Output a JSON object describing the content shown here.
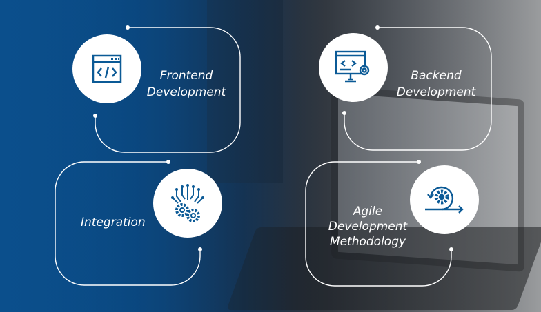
{
  "cards": [
    {
      "id": "frontend",
      "lines": [
        "Frontend",
        "Development"
      ],
      "icon": "code-window-icon"
    },
    {
      "id": "backend",
      "lines": [
        "Backend",
        "Development"
      ],
      "icon": "monitor-code-gear-icon"
    },
    {
      "id": "integration",
      "lines": [
        "Integration"
      ],
      "icon": "circuit-gears-icon"
    },
    {
      "id": "agile",
      "lines": [
        "Agile",
        "Development",
        "Methodology"
      ],
      "icon": "agile-cycle-gear-icon"
    }
  ],
  "colors": {
    "accent": "#0b5a96",
    "background": "#0b4f8c",
    "frame": "#ffffff"
  }
}
